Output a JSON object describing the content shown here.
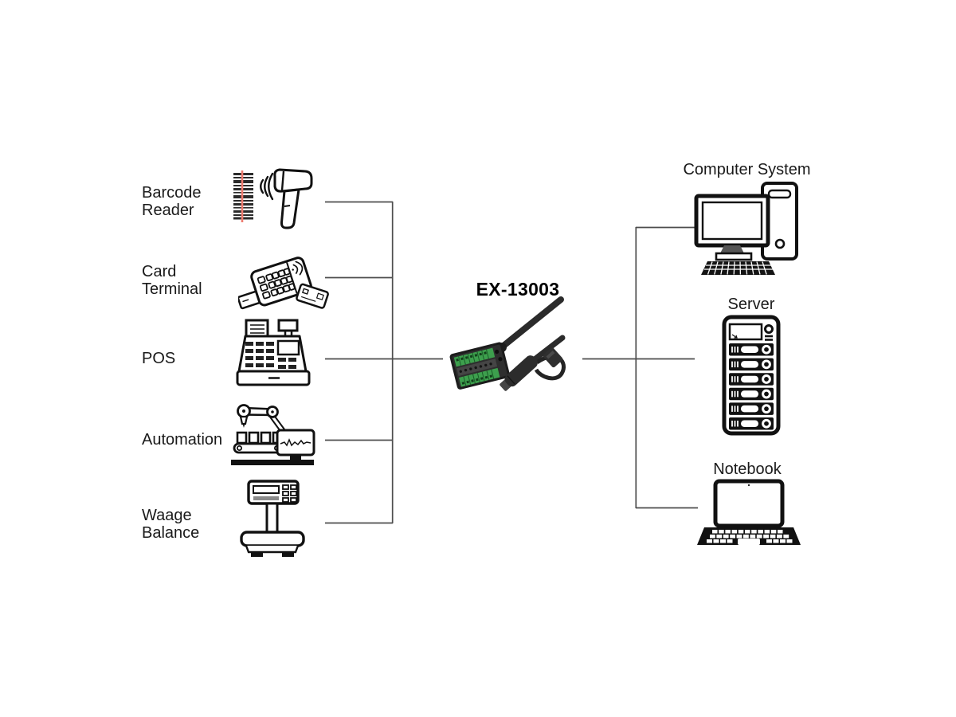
{
  "product": {
    "model": "EX-13003"
  },
  "left_column": {
    "devices": [
      {
        "icon": "barcode-reader-icon",
        "line1": "Barcode",
        "line2": "Reader"
      },
      {
        "icon": "card-terminal-icon",
        "line1": "Card",
        "line2": "Terminal"
      },
      {
        "icon": "pos-icon",
        "line1": "POS"
      },
      {
        "icon": "automation-icon",
        "line1": "Automation"
      },
      {
        "icon": "scale-icon",
        "line1": "Waage",
        "line2": "Balance"
      }
    ]
  },
  "right_column": {
    "devices": [
      {
        "icon": "desktop-computer-icon",
        "label": "Computer System"
      },
      {
        "icon": "server-icon",
        "label": "Server"
      },
      {
        "icon": "notebook-icon",
        "label": "Notebook"
      }
    ]
  },
  "colors": {
    "background": "#ffffff",
    "connector_line": "#4d4d4d",
    "icon_stroke": "#111111",
    "text": "#1a1a1a",
    "terminal_green": "#3d9f4d",
    "barcode_scan_red": "#ee7b6f",
    "cable_black": "#2b2b2b"
  }
}
